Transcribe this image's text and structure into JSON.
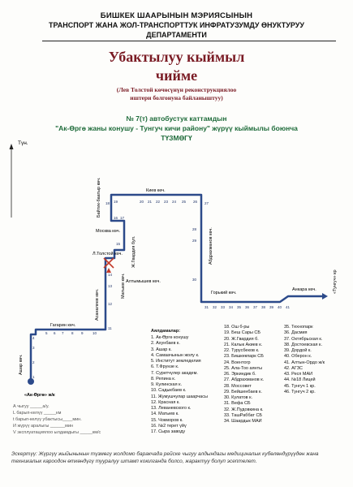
{
  "header": {
    "line1": "БИШКЕК ШААРЫНЫН МЭРИЯСЫНЫН",
    "line2": "ТРАНСПОРТ ЖАНА ЖОЛ-ТРАНСПОРТТУК ИНФРАТУЗУМДУ ӨНУКТУРУУ",
    "line3": "ДЕПАРТАМЕНТИ"
  },
  "title": {
    "line1": "Убактылуу кыймыл",
    "line2": "чийме"
  },
  "note": {
    "line1": "(Лев Толстой көчөсүнүн реконструкциялоо",
    "line2": "иштери болгонуна байланыштуу)"
  },
  "route": {
    "line1": "№ 7(т) автобустук каттамдын",
    "line2": "\"Ак-Өргө жаны конушу - Тунгуч кичи району\" жүрүү кыймылы боюнча",
    "line3": "ТҮЗМӨГҮ"
  },
  "map": {
    "north": "Түн.",
    "colors": {
      "route": "#2c4a8a",
      "arrow": "#c23a2a"
    },
    "streets": {
      "kiev": "Киев көч.",
      "baityk": "Байтик-баатыр көч.",
      "moskva": "Москва көч.",
      "zh_gvardia": "Ж.Гвардия бул.",
      "tolstoy": "Л.Толстой көч.",
      "aaltymyshev": "Алтымышев көч.",
      "matyev": "Матыев көч.",
      "asanaliev": "Асаналиев көч.",
      "gagarin": "Гагарин көч.",
      "ashar": "Ашар көч.",
      "gorky": "Горький көч.",
      "abdrakhmanov": "Абдрахманов көч.",
      "ankara": "Анкара көч.",
      "tunguch": "«Тунгуч» кр",
      "ak_orgo": "«Ак-Өргө» ж/к"
    },
    "nums": {
      "n1": "1",
      "n2": "2",
      "n3": "3",
      "n4": "4",
      "n5": "5",
      "n6": "6",
      "n7": "7",
      "n8": "8",
      "n9": "9",
      "n10": "10",
      "n11": "11",
      "n12": "12",
      "n13": "13",
      "n14": "14",
      "n15": "15",
      "n16": "16",
      "n17": "17",
      "n18": "18",
      "n19": "19",
      "n20": "20",
      "n21": "21",
      "n22": "22",
      "n23": "23",
      "n24": "24",
      "n25": "25",
      "n26": "26",
      "n27": "27",
      "n28": "28",
      "n29": "29",
      "n30": "30",
      "n31": "31",
      "n32": "32",
      "n33": "33",
      "n34": "34",
      "n35": "35",
      "n36": "36",
      "n37": "37",
      "n38": "38",
      "n39": "39",
      "n40": "40",
      "n41": "41"
    }
  },
  "stops_title": "Аялдамалар:",
  "stops_col1": [
    "1. Ак-Өргө конушу",
    "2. Ахунбаев к.",
    "3. Ашар к.",
    "4. Самаачынын жолу к.",
    "5. Институт земледелия",
    "6. Т.Фрунзе к.",
    "7. Суретчүлер академ.",
    "8. Репина к.",
    "9. Кулинская к.",
    "10. Садыкбаев к.",
    "11. Жумушчулар шаарчасы",
    "12. Красная к.",
    "13. Леваневского к.",
    "14. Матыев к.",
    "15. Чокморов к.",
    "16. №2 терет үйү",
    "17. Сыра заводу"
  ],
  "stops_col2": [
    "18. Ош б-ры",
    "19. Беш Сары СБ",
    "20. Ж.Гвардия б.",
    "21. Калык Акиев к.",
    "22. Турусбеков к.",
    "23. Бишкекпарк СБ",
    "24. Воентогр",
    "25. Ала-Тоо аянты",
    "26. Эркиндик б.",
    "27. Абдрахманов к.",
    "28. Моссовет",
    "29. Бейшенбаев к.",
    "30. Кулатов к.",
    "31. Вефа СБ",
    "32. Ж.Пудовкина к.",
    "33. ТашРаббат СБ",
    "34. Шаардык МАИ"
  ],
  "stops_col3": [
    "35. Технопарк",
    "36. Дасмия",
    "37. Октябрьская к.",
    "38. Достоевская к.",
    "39. Дордой к.",
    "40. Оберон к.",
    "41. Алтын-Ордо ж/к",
    "42. АГЗС",
    "43. Респ МАИ",
    "44. №18 Лицей",
    "45. Тунгуч 1 кр.",
    "46. Тунгуч 2 кр."
  ],
  "legend": {
    "line1": "А чыгуу _____а/у.",
    "line2": "L барып-келүү _____км",
    "line3": "t барып-келүү убактысы____мин.",
    "line4": "И жүрүү аралыгы ______мин",
    "line5": "V эксплуатациялоо ылдамдыгы _____км/с"
  },
  "footnote": "Эскертүү: Жүргүү жыйынынын түзмөгү жолдомо баракчада рейске чыгуу алдындагы медициналык кубөлөндүрүүдөн жана техникалык кароодон өткөндүгү тууралуу штамп коюлганда болсо, жарактуу болуп эсептелет."
}
